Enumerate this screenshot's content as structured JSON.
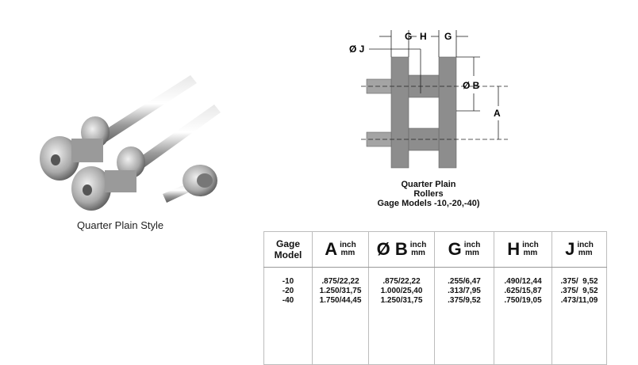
{
  "photo": {
    "caption": "Quarter Plain Style"
  },
  "diagram": {
    "dim_labels": {
      "g_left": "G",
      "h": "H",
      "g_right": "G",
      "j": "Ø J",
      "b": "Ø B",
      "a": "A"
    },
    "caption_lines": [
      "Quarter Plain",
      "Rollers",
      "Gage Models -10,-20,-40)"
    ]
  },
  "table": {
    "headers": {
      "model": [
        "Gage",
        "Model"
      ],
      "a": {
        "letter": "A",
        "unit1": "inch",
        "unit2": "mm"
      },
      "b": {
        "letter": "Ø B",
        "unit1": "inch",
        "unit2": "mm"
      },
      "g": {
        "letter": "G",
        "unit1": "inch",
        "unit2": "mm"
      },
      "h": {
        "letter": "H",
        "unit1": "inch",
        "unit2": "mm"
      },
      "j": {
        "letter": "J",
        "unit1": "inch",
        "unit2": "mm"
      }
    },
    "rows": [
      {
        "model": "-10",
        "a": ".875/22,22",
        "b": ".875/22,22",
        "g": ".255/6,47",
        "h": ".490/12,44",
        "j": ".375/  9,52"
      },
      {
        "model": "-20",
        "a": "1.250/31,75",
        "b": "1.000/25,40",
        "g": ".313/7,95",
        "h": ".625/15,87",
        "j": ".375/  9,52"
      },
      {
        "model": "-40",
        "a": "1.750/44,45",
        "b": "1.250/31,75",
        "g": ".375/9,52",
        "h": ".750/19,05",
        "j": ".473/11,09"
      }
    ]
  }
}
